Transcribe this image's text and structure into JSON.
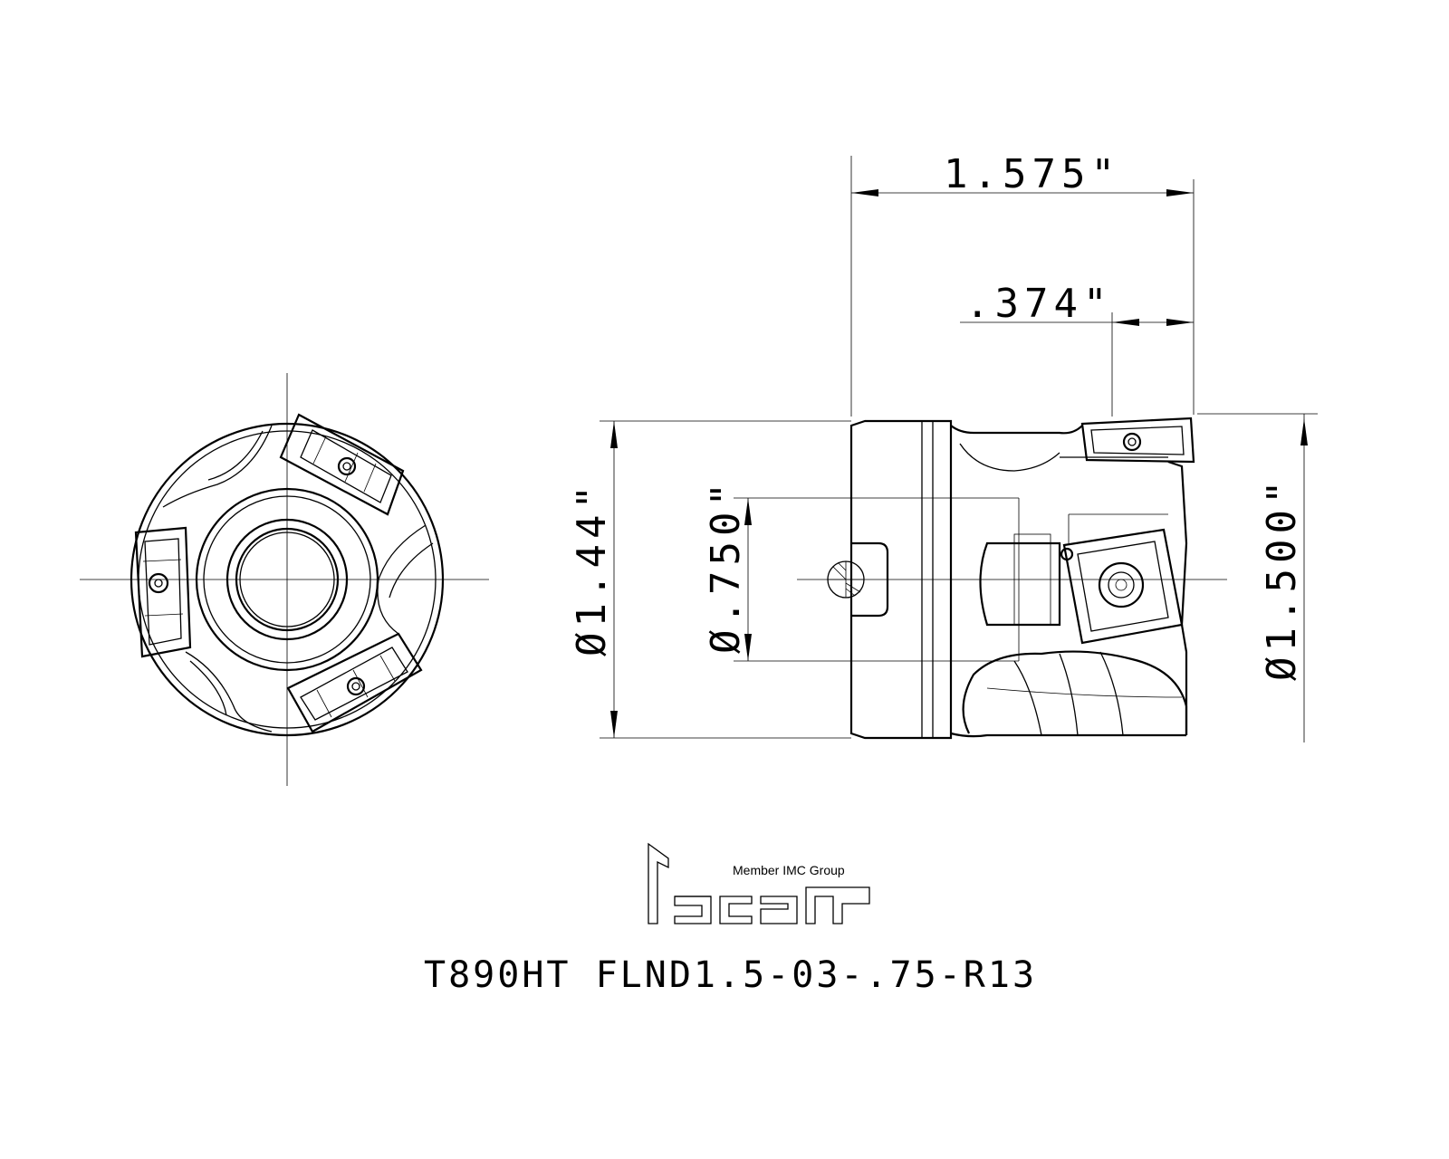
{
  "dimensions": {
    "overall_length": "1.575\"",
    "insert_length": ".374\"",
    "body_diameter": "Ø1.44\"",
    "bore_diameter": "Ø.750\"",
    "cutting_diameter": "Ø1.500\""
  },
  "logo": {
    "member_text": "Member IMC Group",
    "brand": "iscar"
  },
  "title": "T890HT FLND1.5-03-.75-R13"
}
